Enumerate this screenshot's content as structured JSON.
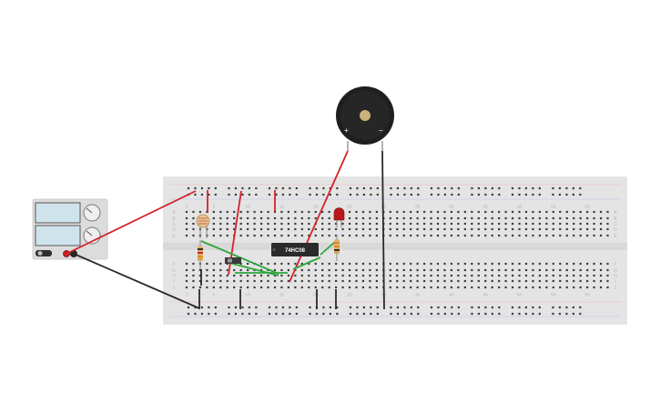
{
  "circuit": {
    "ic_label": "74HC08",
    "buzzer_plus": "+",
    "buzzer_minus": "−",
    "column_numbers": [
      "1",
      "5",
      "10",
      "15",
      "20",
      "25",
      "30",
      "35",
      "40",
      "45",
      "50",
      "55",
      "60"
    ],
    "row_letters_top": [
      "A",
      "B",
      "C",
      "D",
      "E"
    ],
    "row_letters_bottom": [
      "F",
      "G",
      "H",
      "I",
      "J"
    ]
  },
  "colors": {
    "breadboard": "#e4e4e4",
    "hole": "#3c3c3c",
    "wire_red": "#d2232a",
    "wire_black": "#2a2a2a",
    "wire_green": "#2ea63d",
    "ic_body": "#2b2b2b",
    "led": "#b8181c",
    "buzzer": "#1f1f1f"
  }
}
